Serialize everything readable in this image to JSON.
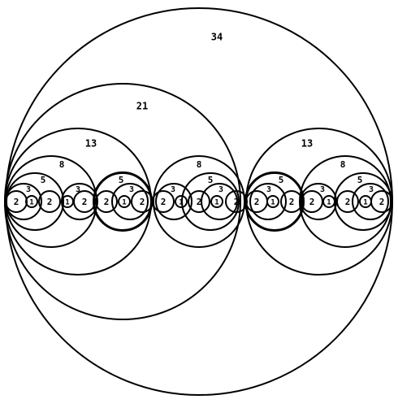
{
  "diagram": {
    "fibonacci_values": [
      1,
      2,
      3,
      5,
      8,
      13,
      21,
      34
    ],
    "visible_labels": {
      "outer": "34",
      "left_big": "21",
      "left_13": "13",
      "right_13": "13",
      "eight": "8",
      "five": "5",
      "three": "3",
      "two": "2",
      "one": "1"
    },
    "stroke_color": "#000000",
    "background_color": "#ffffff"
  }
}
